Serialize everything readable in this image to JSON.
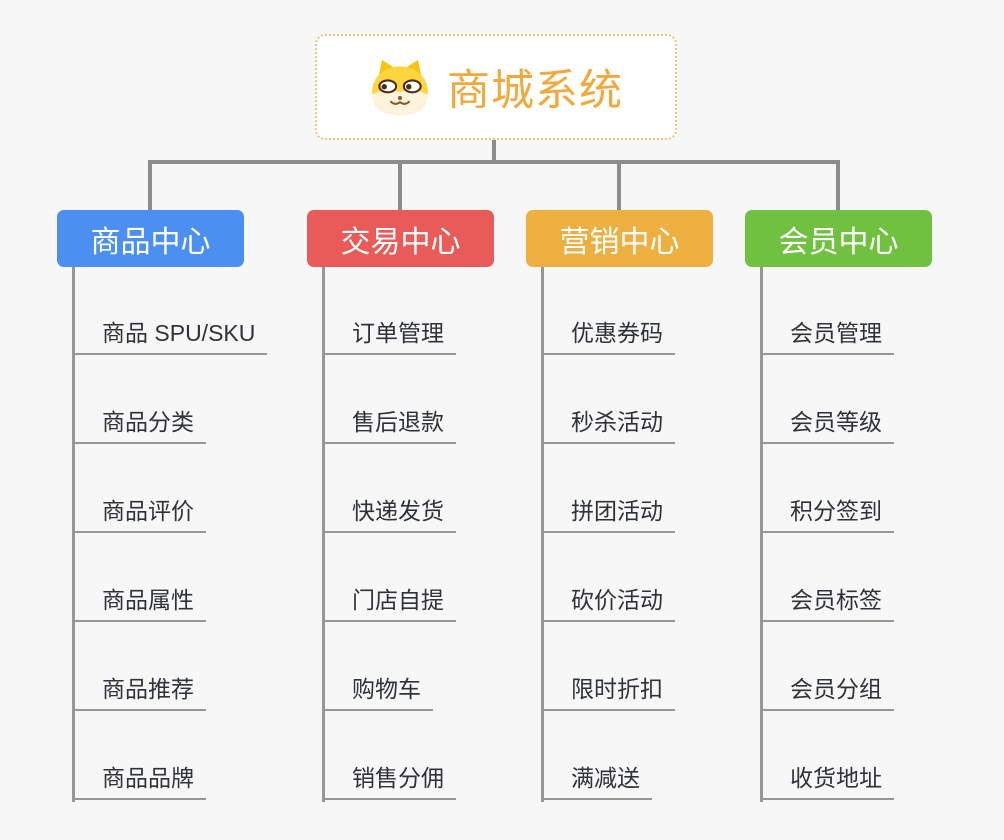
{
  "page": {
    "background_color": "#f7f7f7",
    "connector_color": "#8c8c8c",
    "underline_color": "#979797"
  },
  "root": {
    "label": "商城系统",
    "icon": "dog-face-icon",
    "text_color": "#f2a93c",
    "border_color": "#f2c178",
    "fill_color": "#ffffff"
  },
  "branches": [
    {
      "label": "商品中心",
      "color": "#4b8ff0",
      "children": [
        "商品 SPU/SKU",
        "商品分类",
        "商品评价",
        "商品属性",
        "商品推荐",
        "商品品牌"
      ]
    },
    {
      "label": "交易中心",
      "color": "#e85b58",
      "children": [
        "订单管理",
        "售后退款",
        "快递发货",
        "门店自提",
        "购物车",
        "销售分佣"
      ]
    },
    {
      "label": "营销中心",
      "color": "#edaf40",
      "children": [
        "优惠券码",
        "秒杀活动",
        "拼团活动",
        "砍价活动",
        "限时折扣",
        "满减送"
      ]
    },
    {
      "label": "会员中心",
      "color": "#6fc13f",
      "children": [
        "会员管理",
        "会员等级",
        "积分签到",
        "会员标签",
        "会员分组",
        "收货地址"
      ]
    }
  ]
}
